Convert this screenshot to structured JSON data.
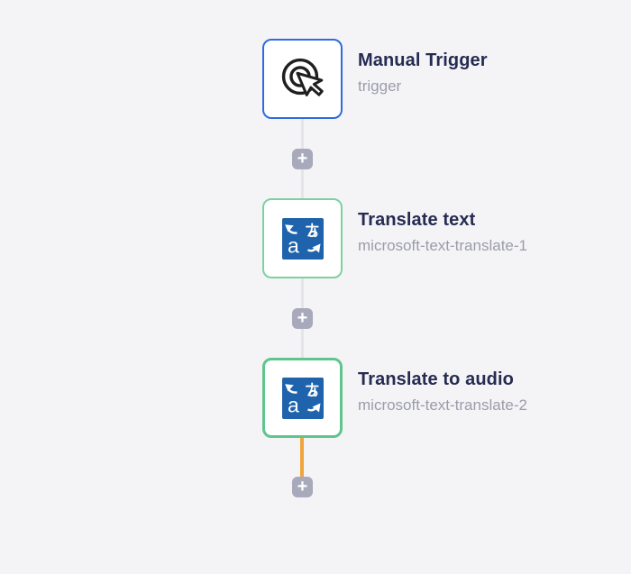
{
  "app": {
    "view": "workflow-editor",
    "background_color": "#f4f4f6"
  },
  "workflow": {
    "nodes": [
      {
        "title": "Manual Trigger",
        "subtitle": "trigger",
        "icon": "pointer-click-icon",
        "border_color": "#2f6bdf",
        "selected": false
      },
      {
        "title": "Translate text",
        "subtitle": "microsoft-text-translate-1",
        "icon": "translate-icon",
        "border_color": "#7fd0a0",
        "selected": false
      },
      {
        "title": "Translate to audio",
        "subtitle": "microsoft-text-translate-2",
        "icon": "translate-icon",
        "border_color": "#5fc58d",
        "selected": true
      }
    ],
    "add_step_button": {
      "glyph": "+",
      "icon": "plus-icon",
      "background_color": "#a8a9ba"
    },
    "connectors": [
      {
        "from": "Manual Trigger",
        "to": "Translate text",
        "color": "#e4e4ea"
      },
      {
        "from": "Translate text",
        "to": "Translate to audio",
        "color": "#e4e4ea"
      },
      {
        "from": "Translate to audio",
        "to": "add-step",
        "color": "#f0a53c"
      }
    ],
    "colors": {
      "node_background": "#ffffff",
      "translate_icon_blue": "#1e63ac",
      "title_text": "#262b52",
      "subtitle_text": "#9b9cab"
    }
  }
}
